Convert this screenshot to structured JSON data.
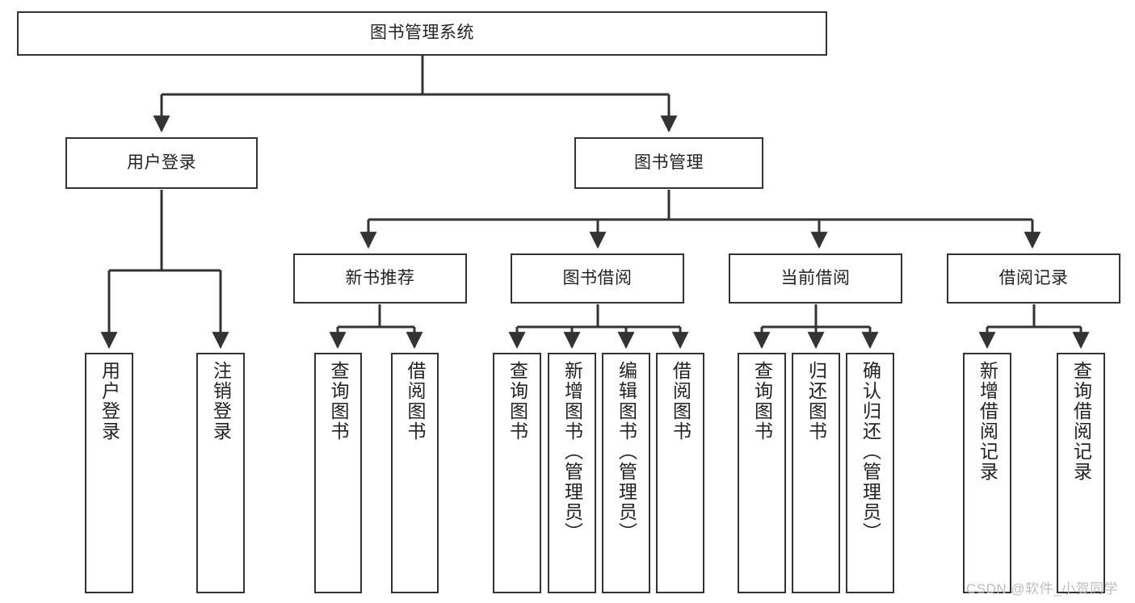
{
  "diagram": {
    "title": "图书管理系统",
    "type": "tree-hierarchy-chart",
    "orientation": "top-down",
    "colors": {
      "box_border": "#333333",
      "box_fill": "#ffffff",
      "edge": "#333333",
      "text": "#222222",
      "watermark": "#bdbdbd",
      "background": "#ffffff"
    },
    "nodes": {
      "root": {
        "label": "图书管理系统",
        "level": 1,
        "orientation": "horizontal"
      },
      "user_login": {
        "label": "用户登录",
        "level": 2,
        "orientation": "horizontal"
      },
      "book_manage": {
        "label": "图书管理",
        "level": 2,
        "orientation": "horizontal"
      },
      "new_book_rec": {
        "label": "新书推荐",
        "level": 3,
        "orientation": "horizontal"
      },
      "book_borrow": {
        "label": "图书借阅",
        "level": 3,
        "orientation": "horizontal"
      },
      "current_borrow": {
        "label": "当前借阅",
        "level": 3,
        "orientation": "horizontal"
      },
      "borrow_record": {
        "label": "借阅记录",
        "level": 3,
        "orientation": "horizontal"
      },
      "leaf_user_login": {
        "label": "用户登录",
        "level": 4,
        "orientation": "vertical"
      },
      "leaf_logout": {
        "label": "注销登录",
        "level": 4,
        "orientation": "vertical"
      },
      "leaf_query_book_1": {
        "label": "查询图书",
        "level": 4,
        "orientation": "vertical"
      },
      "leaf_borrow_book_1": {
        "label": "借阅图书",
        "level": 4,
        "orientation": "vertical"
      },
      "leaf_query_book_2": {
        "label": "查询图书",
        "level": 4,
        "orientation": "vertical"
      },
      "leaf_add_book": {
        "label": "新增图书（管理员）",
        "level": 4,
        "orientation": "vertical"
      },
      "leaf_edit_book": {
        "label": "编辑图书（管理员）",
        "level": 4,
        "orientation": "vertical"
      },
      "leaf_borrow_book_2": {
        "label": "借阅图书",
        "level": 4,
        "orientation": "vertical"
      },
      "leaf_query_book_3": {
        "label": "查询图书",
        "level": 4,
        "orientation": "vertical"
      },
      "leaf_return_book": {
        "label": "归还图书",
        "level": 4,
        "orientation": "vertical"
      },
      "leaf_confirm_return": {
        "label": "确认归还（管理员）",
        "level": 4,
        "orientation": "vertical"
      },
      "leaf_add_record": {
        "label": "新增借阅记录",
        "level": 4,
        "orientation": "vertical"
      },
      "leaf_query_record": {
        "label": "查询借阅记录",
        "level": 4,
        "orientation": "vertical"
      }
    },
    "edges": [
      {
        "from": "root",
        "to": "user_login"
      },
      {
        "from": "root",
        "to": "book_manage"
      },
      {
        "from": "book_manage",
        "to": "new_book_rec"
      },
      {
        "from": "book_manage",
        "to": "book_borrow"
      },
      {
        "from": "book_manage",
        "to": "current_borrow"
      },
      {
        "from": "book_manage",
        "to": "borrow_record"
      },
      {
        "from": "user_login",
        "to": "leaf_user_login"
      },
      {
        "from": "user_login",
        "to": "leaf_logout"
      },
      {
        "from": "new_book_rec",
        "to": "leaf_query_book_1"
      },
      {
        "from": "new_book_rec",
        "to": "leaf_borrow_book_1"
      },
      {
        "from": "book_borrow",
        "to": "leaf_query_book_2"
      },
      {
        "from": "book_borrow",
        "to": "leaf_add_book"
      },
      {
        "from": "book_borrow",
        "to": "leaf_edit_book"
      },
      {
        "from": "book_borrow",
        "to": "leaf_borrow_book_2"
      },
      {
        "from": "current_borrow",
        "to": "leaf_query_book_3"
      },
      {
        "from": "current_borrow",
        "to": "leaf_return_book"
      },
      {
        "from": "current_borrow",
        "to": "leaf_confirm_return"
      },
      {
        "from": "borrow_record",
        "to": "leaf_add_record"
      },
      {
        "from": "borrow_record",
        "to": "leaf_query_record"
      }
    ]
  },
  "watermark": {
    "text": "CSDN @软件_小贺同学"
  }
}
